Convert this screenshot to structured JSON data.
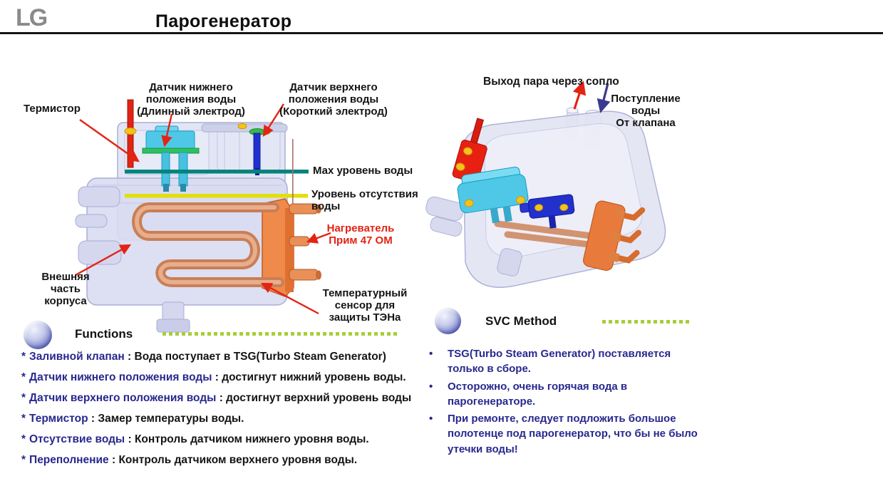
{
  "header": {
    "logo": "LG",
    "title": "Парогенератор"
  },
  "figure_left": {
    "labels": {
      "thermistor": "Термистор",
      "lower_sensor": "Датчик нижнего\nположения воды\n(Длинный электрод)",
      "upper_sensor": "Датчик верхнего\nположения воды\n(Короткий электрод)",
      "max_level": "Мах уровень воды",
      "no_water_level": "Уровень отсутствия\nводы",
      "heater": "Нагреватель\nПрим 47 ОМ",
      "outer_case": "Внешняя часть\nкорпуса",
      "temp_sensor": "Температурный\nсенсор для\nзащиты ТЭНа"
    }
  },
  "figure_right": {
    "labels": {
      "steam_out": "Выход пара через сопло",
      "water_in": "Поступление воды\nОт клапана"
    }
  },
  "functions": {
    "header": "Functions",
    "bullet": "*",
    "separator": " : ",
    "items": [
      {
        "term": "Заливной клапан",
        "desc": "Вода поступает в TSG(Turbo Steam Generator)"
      },
      {
        "term": "Датчик нижнего положения воды",
        "desc": "достигнут нижний уровень воды."
      },
      {
        "term": "Датчик верхнего положения воды",
        "desc": "достигнут верхний уровень воды"
      },
      {
        "term": "Термистор",
        "desc": "Замер температуры воды."
      },
      {
        "term": "Отсутствие воды",
        "desc": "Контроль датчиком нижнего уровня воды."
      },
      {
        "term": "Переполнение",
        "desc": "Контроль датчиком верхнего уровня воды."
      }
    ]
  },
  "svc": {
    "header": "SVC Method",
    "bullet": "•",
    "items": [
      "TSG(Turbo Steam Generator) поставляется только в сборе.",
      "Осторожно, очень горячая вода в парогенераторе.",
      "При ремонте, следует подложить большое полотенце под парогенератор, что бы не было утечки воды!"
    ]
  },
  "colors": {
    "accent_navy": "#28288e",
    "arrow_red": "#e42313",
    "arrow_blue": "#3b3a8e",
    "dots_green": "#a8ce38",
    "max_level_teal": "#00847c",
    "no_water_yellow": "#e2df0c",
    "heater_copper": "#d08a62",
    "sensor_cyan": "#4fc8e8"
  }
}
